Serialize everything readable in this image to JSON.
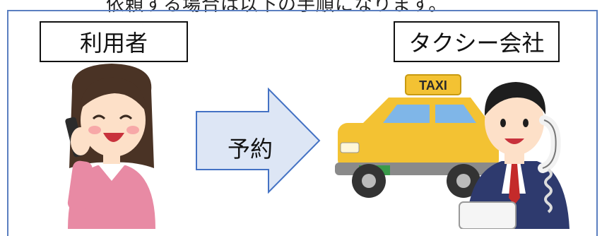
{
  "top_caption": "依頼する場合は以下の手順になります。",
  "labels": {
    "user": "利用者",
    "company": "タクシー会社"
  },
  "arrow": {
    "label": "予約"
  },
  "taxi": {
    "sign": "TAXI"
  },
  "colors": {
    "frame": "#5b7fc0",
    "arrow_fill": "#dde6f5",
    "arrow_stroke": "#4472c4",
    "taxi_yellow": "#f3c233",
    "woman_sweater": "#e88aa4",
    "suit": "#2e3a6e",
    "tie": "#c42a2a"
  }
}
